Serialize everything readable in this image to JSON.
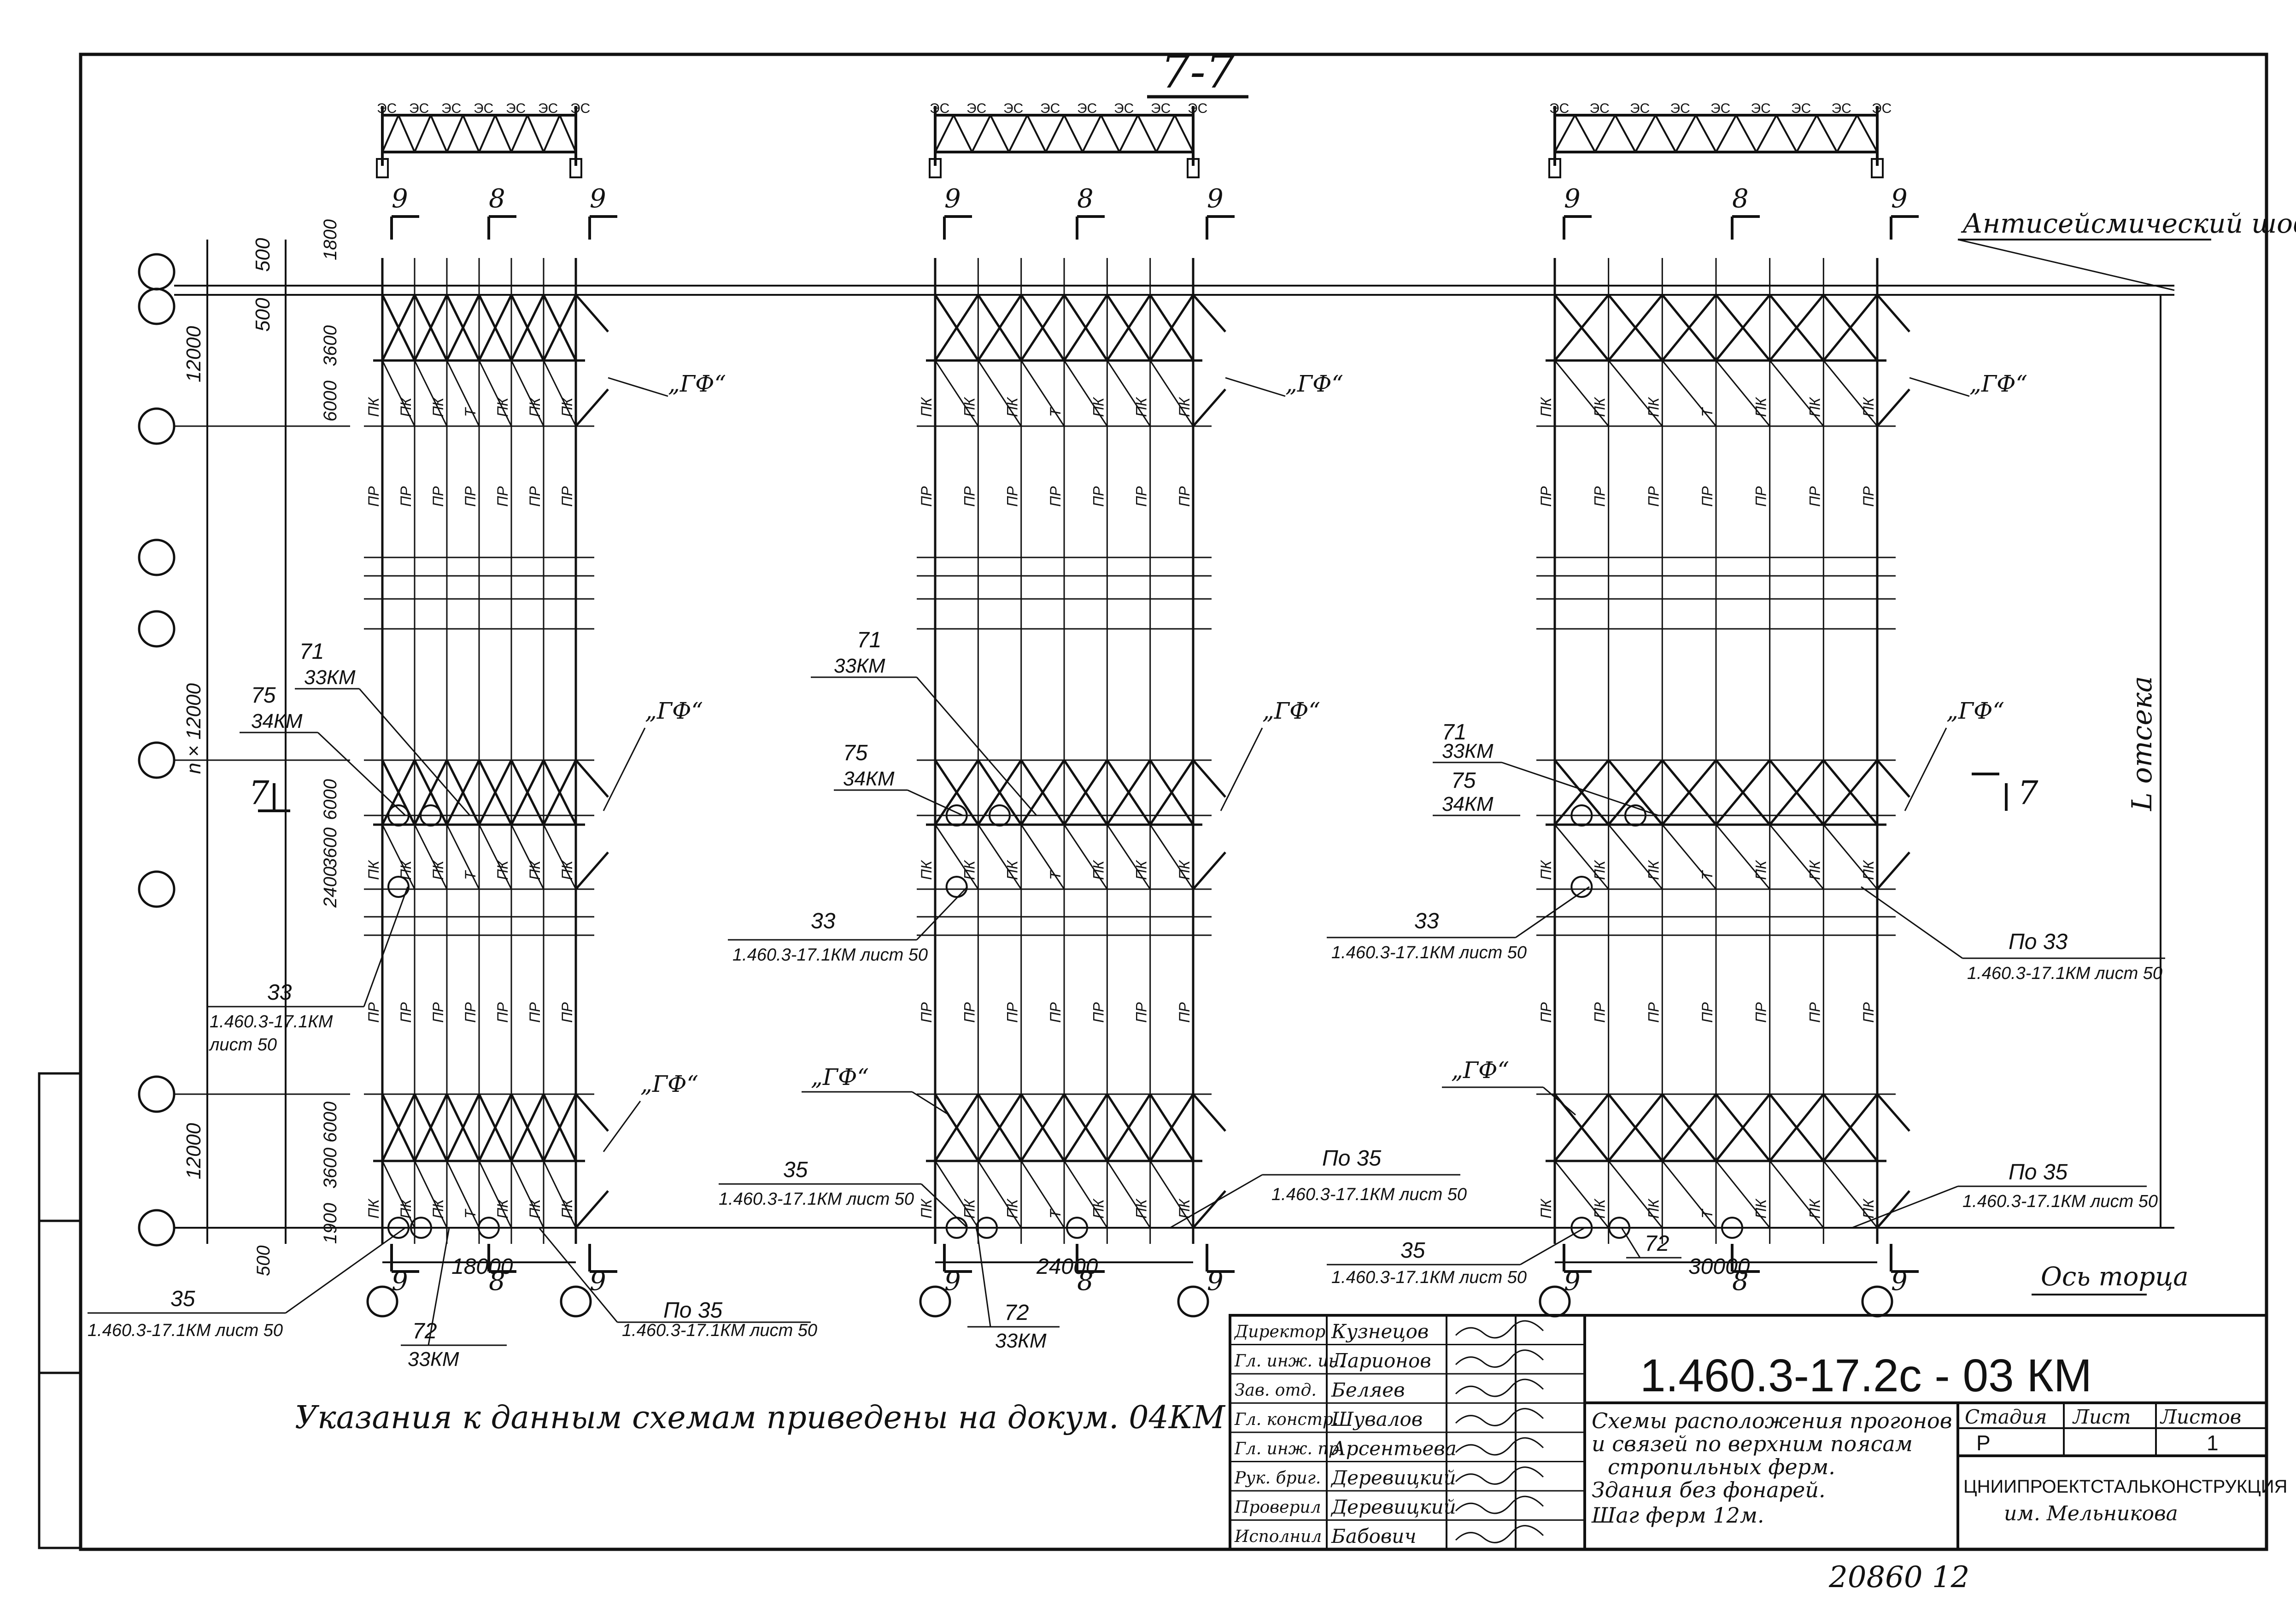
{
  "section_title": "7-7",
  "antiseismic_joint": "Антисейсмический шов",
  "axis_of_end": "Ось торца",
  "compartment_length": "L отсека",
  "span_repeat": "n × 12000",
  "dims": {
    "d500": "500",
    "d1800": "1800",
    "d12000": "12000",
    "d3600": "3600",
    "d6000": "6000",
    "d2400": "2400",
    "d1900": "1900"
  },
  "schemes": [
    {
      "span": "18000"
    },
    {
      "span": "24000"
    },
    {
      "span": "30000"
    }
  ],
  "marks": {
    "gf": "„ГФ“",
    "pk": "ПК",
    "pr": "ПР",
    "t": "Т",
    "cut9": "9",
    "cut8": "8",
    "cut7": "7"
  },
  "callouts": {
    "n71": "71",
    "km33": "33КМ",
    "n75": "75",
    "km34": "34КМ",
    "n33": "33",
    "n35": "35",
    "po33": "По 33",
    "po35": "По 35",
    "n72": "72",
    "ref_sheet50": "1.460.3-17.1КМ лист 50",
    "ref_sheet50_short": "1.460.3-17.1КМ",
    "sheet50": "лист 50"
  },
  "note": "Указания к данным схемам приведены на докум. 04КМ",
  "title_block": {
    "code": "1.460.3-17.2с - 03 КМ",
    "description": [
      "Схемы расположения прогонов",
      "и связей по верхним поясам",
      "стропильных ферм.",
      "Здания без фонарей.",
      "Шаг ферм 12м."
    ],
    "stage_label": "Стадия",
    "sheet_label": "Лист",
    "sheets_label": "Листов",
    "stage_value": "Р",
    "sheet_value": "",
    "sheets_value": "1",
    "organization": "ЦНИИПРОЕКТСТАЛЬКОНСТРУКЦИЯ",
    "organization_sub": "им. Мельникова",
    "staff": [
      {
        "role": "Директор",
        "name": "Кузнецов"
      },
      {
        "role": "Гл. инж. ин.",
        "name": "Ларионов"
      },
      {
        "role": "Зав. отд.",
        "name": "Беляев"
      },
      {
        "role": "Гл. констр.",
        "name": "Шувалов"
      },
      {
        "role": "Гл. инж. пр.",
        "name": "Арсентьева"
      },
      {
        "role": "Рук. бриг.",
        "name": "Деревицкий"
      },
      {
        "role": "Проверил",
        "name": "Деревицкий"
      },
      {
        "role": "Исполнил",
        "name": "Бабович"
      }
    ]
  },
  "archive_number": "20860 12"
}
